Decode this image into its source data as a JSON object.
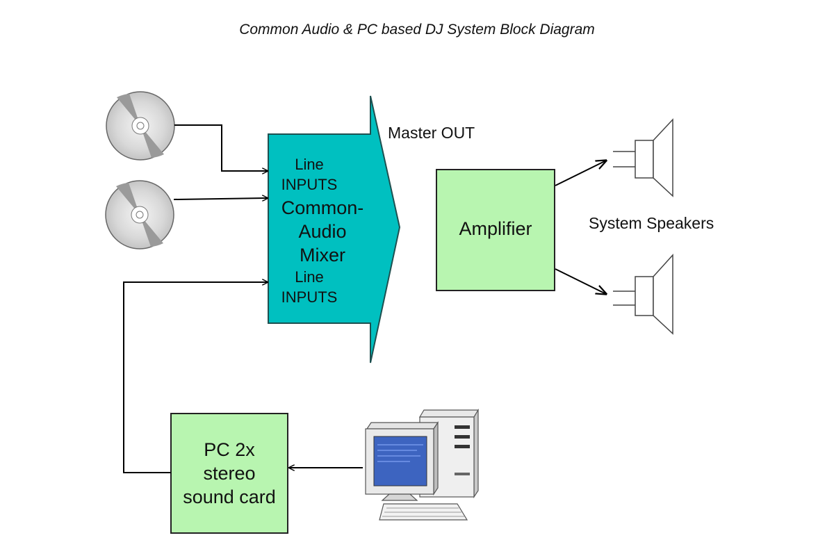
{
  "title": "Common Audio & PC based DJ System Block Diagram",
  "mixer": {
    "lines": [
      "Common-",
      "Audio",
      "Mixer"
    ],
    "inputs_top": [
      "Line",
      "INPUTS"
    ],
    "inputs_bottom": [
      "Line",
      "INPUTS"
    ],
    "color": "#00C0C0"
  },
  "master_out_label": "Master OUT",
  "amplifier": {
    "label": "Amplifier",
    "color": "#B8F5B0"
  },
  "speakers_label": "System Speakers",
  "sound_card": {
    "lines": [
      "PC 2x",
      "stereo",
      "sound card"
    ],
    "color": "#B8F5B0"
  },
  "icons": [
    "cd-disc-icon",
    "cd-disc-icon",
    "desktop-computer-icon",
    "speaker-icon",
    "speaker-icon"
  ]
}
